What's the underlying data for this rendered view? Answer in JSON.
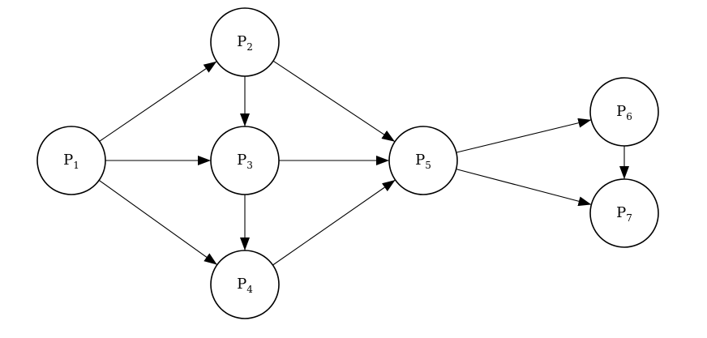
{
  "nodes": [
    {
      "id": "p1",
      "base": "P",
      "sub": "1"
    },
    {
      "id": "p2",
      "base": "P",
      "sub": "2"
    },
    {
      "id": "p3",
      "base": "P",
      "sub": "3"
    },
    {
      "id": "p4",
      "base": "P",
      "sub": "4"
    },
    {
      "id": "p5",
      "base": "P",
      "sub": "5"
    },
    {
      "id": "p6",
      "base": "P",
      "sub": "6"
    },
    {
      "id": "p7",
      "base": "P",
      "sub": "7"
    }
  ],
  "edges": [
    {
      "from": "p1",
      "to": "p2"
    },
    {
      "from": "p1",
      "to": "p3"
    },
    {
      "from": "p1",
      "to": "p4"
    },
    {
      "from": "p2",
      "to": "p3"
    },
    {
      "from": "p2",
      "to": "p5"
    },
    {
      "from": "p3",
      "to": "p4"
    },
    {
      "from": "p3",
      "to": "p5"
    },
    {
      "from": "p4",
      "to": "p5"
    },
    {
      "from": "p5",
      "to": "p6"
    },
    {
      "from": "p5",
      "to": "p7"
    },
    {
      "from": "p6",
      "to": "p7"
    }
  ]
}
